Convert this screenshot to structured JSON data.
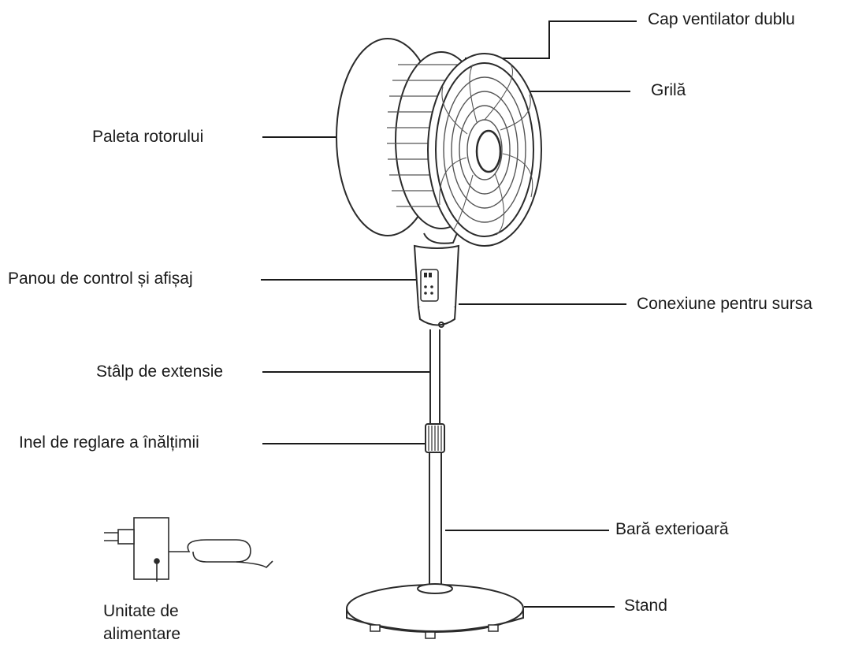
{
  "labels": {
    "cap_ventilator": "Cap ventilator dublu",
    "grila": "Grilă",
    "paleta_rotorului": "Paleta rotorului",
    "panou_control": "Panou de control și afișaj",
    "conexiune_sursa": "Conexiune pentru sursa",
    "stalp_extensie": "Stâlp de extensie",
    "inel_reglare": "Inel de reglare a înălțimii",
    "bara_exterioara": "Bară exterioară",
    "stand": "Stand",
    "unitate_line1": "Unitate de",
    "unitate_line2": "alimentare"
  },
  "colors": {
    "ink": "#1a1a1a",
    "outline": "#2b2b2b",
    "grille": "#555555"
  }
}
